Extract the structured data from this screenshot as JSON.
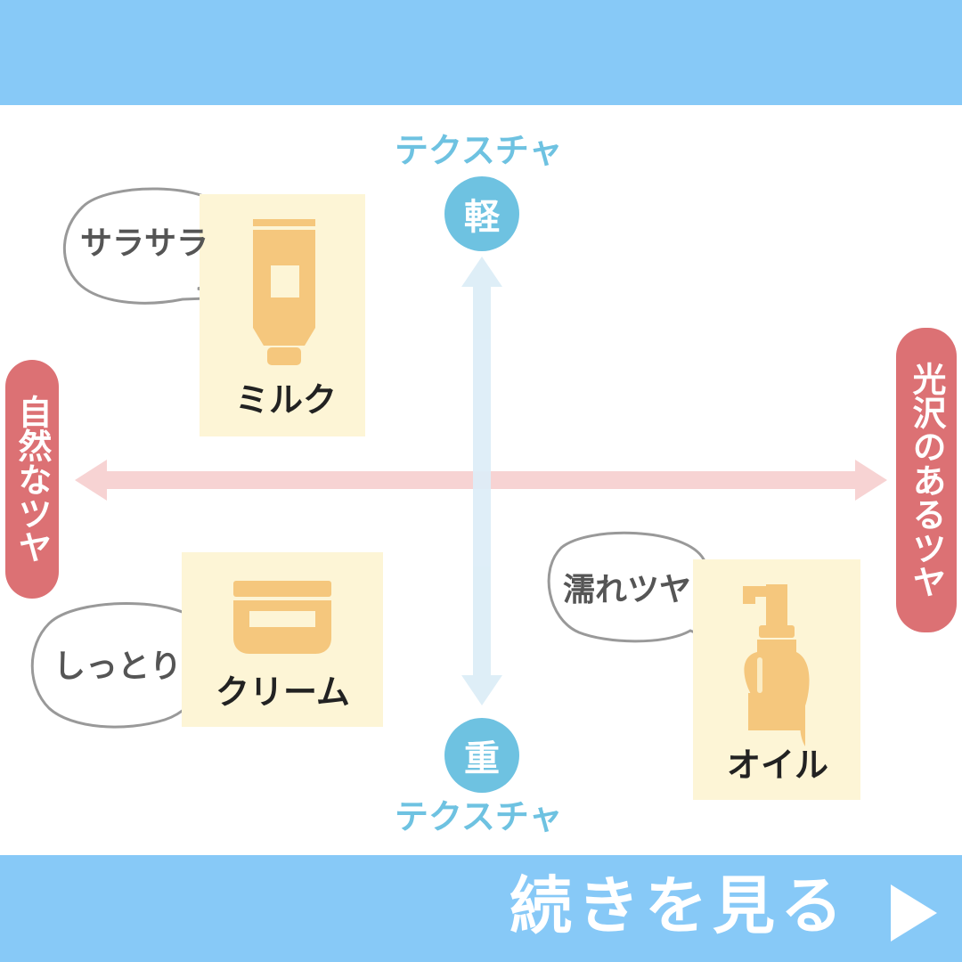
{
  "axes": {
    "vertical": {
      "top_label": "テクスチャ",
      "top_circle": "軽",
      "bottom_circle": "重",
      "bottom_label": "テクスチャ"
    },
    "horizontal": {
      "left_label": "自然なツヤ",
      "right_label": "光沢のあるツヤ"
    }
  },
  "products": [
    {
      "name": "ミルク",
      "bubble": "サラサラ",
      "icon": "tube-icon"
    },
    {
      "name": "クリーム",
      "bubble": "しっとり",
      "icon": "jar-icon"
    },
    {
      "name": "オイル",
      "bubble": "濡れツヤ",
      "icon": "pump-bottle-icon"
    }
  ],
  "cta": {
    "label": "続きを見る"
  },
  "colors": {
    "band": "#87c9f7",
    "vertical_axis": "#6ec2e1",
    "horizontal_axis": "#dc7174",
    "card": "#fdf5d6",
    "product": "#f5c77d"
  }
}
